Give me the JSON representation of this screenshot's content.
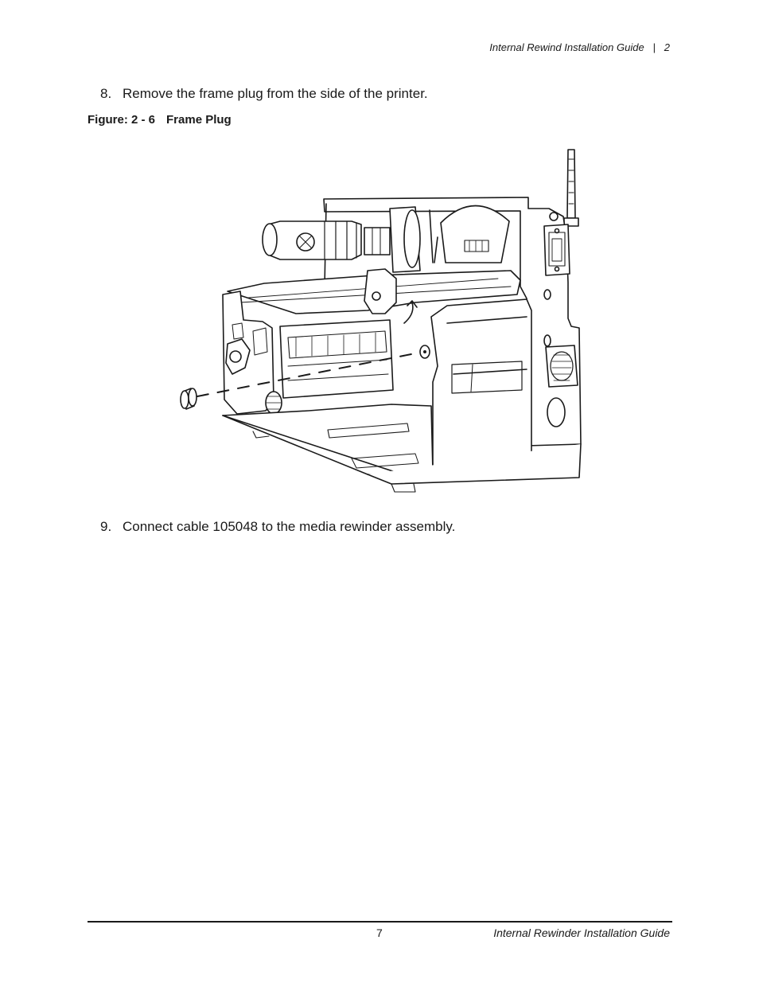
{
  "header": {
    "doc_title": "Internal Rewind Installation Guide",
    "separator": "|",
    "chapter": "2"
  },
  "steps": [
    {
      "number": "8.",
      "text": "Remove the frame plug from the side of the printer."
    },
    {
      "number": "9.",
      "text": "Connect cable 105048 to the media rewinder assembly."
    }
  ],
  "figure": {
    "label": "Figure: 2 - 6",
    "title": "Frame Plug"
  },
  "footer": {
    "page_number": "7",
    "doc_title": "Internal Rewinder Installation Guide"
  }
}
